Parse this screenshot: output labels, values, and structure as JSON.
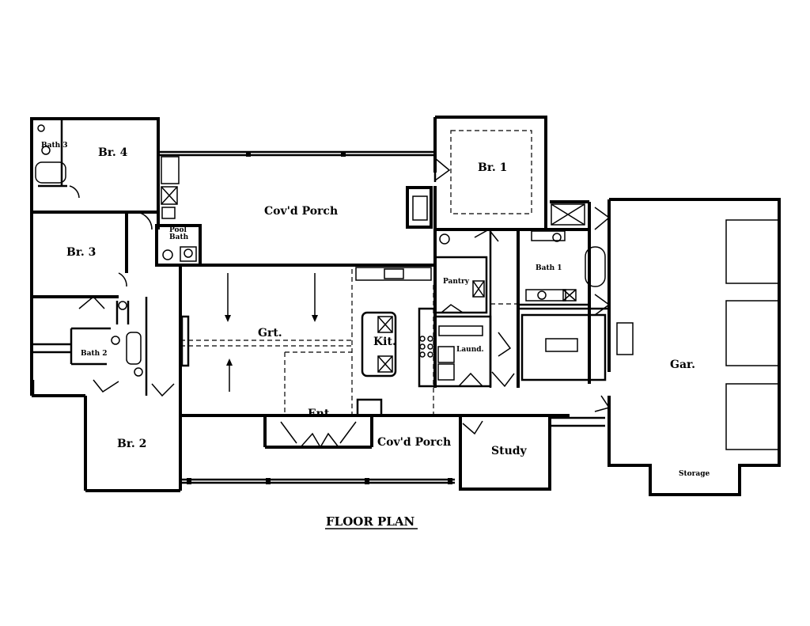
{
  "title": "FLOOR PLAN",
  "rooms": {
    "bath3": "Bath 3",
    "br4": "Br. 4",
    "covd_porch_rear": "Cov'd Porch",
    "br1": "Br. 1",
    "pool_bath_line1": "Pool",
    "pool_bath_line2": "Bath",
    "br3": "Br. 3",
    "pantry": "Pantry",
    "bath1": "Bath 1",
    "grt": "Grt.",
    "kit": "Kit.",
    "bath2": "Bath 2",
    "laund": "Laund.",
    "gar": "Gar.",
    "ent": "Ent.",
    "covd_porch_front": "Cov'd Porch",
    "br2": "Br. 2",
    "study": "Study",
    "storage": "Storage"
  }
}
